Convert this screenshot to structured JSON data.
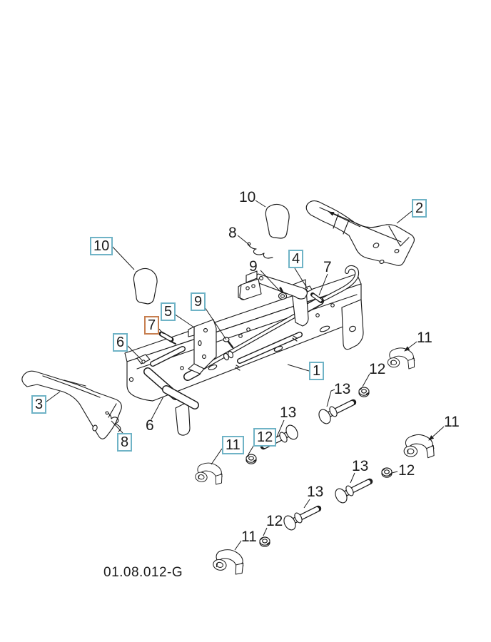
{
  "diagram": {
    "code": "01.08.012-G",
    "colors": {
      "ink": "#1c1c1c",
      "hotspot_teal": "#6fb3c6",
      "hotspot_orange": "#c77e4f"
    },
    "callouts_boxed": [
      {
        "t": "2"
      },
      {
        "t": "10"
      },
      {
        "t": "4"
      },
      {
        "t": "9"
      },
      {
        "t": "5"
      },
      {
        "t": "7"
      },
      {
        "t": "6"
      },
      {
        "t": "1"
      },
      {
        "t": "3"
      },
      {
        "t": "8"
      },
      {
        "t": "11"
      },
      {
        "t": "12"
      }
    ],
    "callouts_plain": [
      {
        "t": "10"
      },
      {
        "t": "8"
      },
      {
        "t": "9"
      },
      {
        "t": "7"
      },
      {
        "t": "11"
      },
      {
        "t": "12"
      },
      {
        "t": "13"
      },
      {
        "t": "6"
      },
      {
        "t": "13"
      },
      {
        "t": "11"
      },
      {
        "t": "13"
      },
      {
        "t": "12"
      },
      {
        "t": "13"
      },
      {
        "t": "12"
      },
      {
        "t": "11"
      }
    ]
  }
}
